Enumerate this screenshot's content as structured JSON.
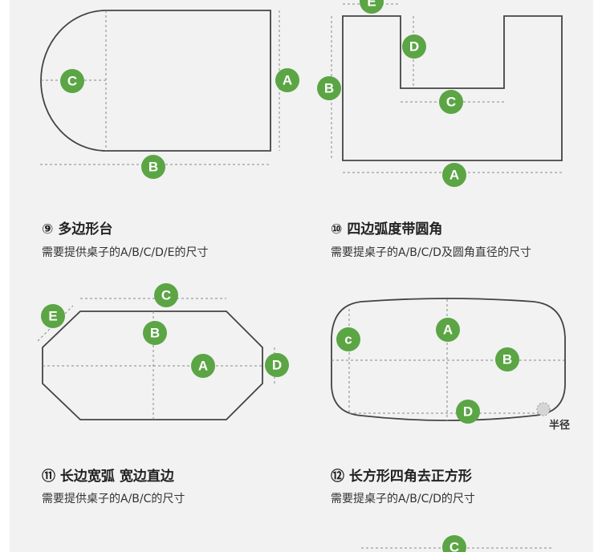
{
  "accent_color": "#5ba545",
  "items": [
    {
      "number": "⑨",
      "title": "多边形台",
      "subtitle": "需要提供桌子的A/B/C/D/E的尺寸"
    },
    {
      "number": "⑩",
      "title": "四边弧度带圆角",
      "subtitle": "需要提桌子的A/B/C/D及圆角直径的尺寸"
    },
    {
      "number": "⑪",
      "title": "长边宽弧 宽边直边",
      "subtitle": "需要提供桌子的A/B/C的尺寸"
    },
    {
      "number": "⑫",
      "title": "长方形四角去正方形",
      "subtitle": "需要提桌子的A/B/C/D的尺寸"
    }
  ],
  "labels": {
    "A": "A",
    "B": "B",
    "C": "C",
    "D": "D",
    "E": "E",
    "c_lower": "c"
  },
  "radius_note": "半径"
}
